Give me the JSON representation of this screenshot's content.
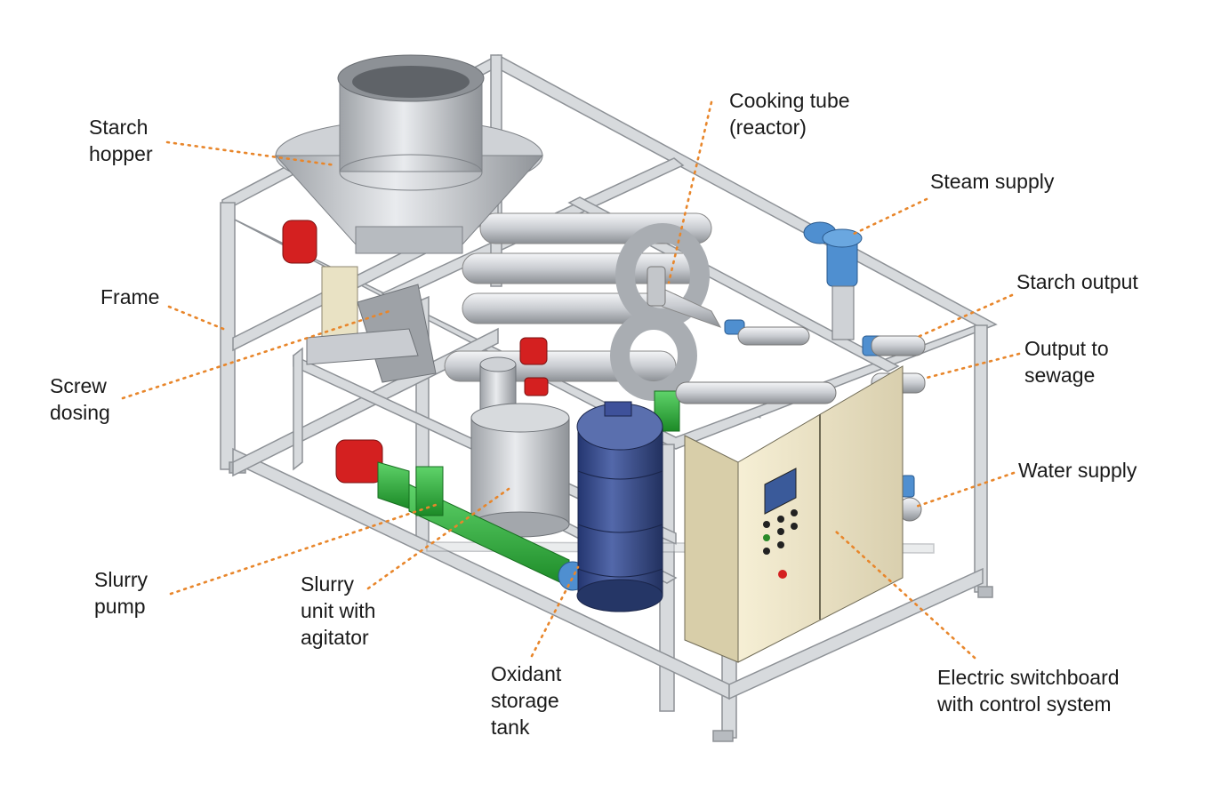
{
  "colors": {
    "leader": "#e8862b",
    "frame": "#cfd3d8",
    "steel": "#b9bcc0",
    "tank_blue": "#3b4f8f",
    "pump_green": "#2fae3a",
    "motor_red": "#d42020",
    "cabinet": "#efe6c6",
    "valve_blue": "#4f8fd0"
  },
  "labels": [
    {
      "id": "starch-hopper",
      "text": "Starch\nhopper"
    },
    {
      "id": "cooking-tube",
      "text": "Cooking tube\n(reactor)"
    },
    {
      "id": "steam-supply",
      "text": "Steam supply"
    },
    {
      "id": "starch-output",
      "text": "Starch output"
    },
    {
      "id": "output-to-sewage",
      "text": "Output to\nsewage"
    },
    {
      "id": "frame",
      "text": "Frame"
    },
    {
      "id": "screw-dosing",
      "text": "Screw\ndosing"
    },
    {
      "id": "water-supply",
      "text": "Water supply"
    },
    {
      "id": "slurry-pump",
      "text": "Slurry\npump"
    },
    {
      "id": "slurry-unit",
      "text": "Slurry\nunit with\nagitator"
    },
    {
      "id": "oxidant-tank",
      "text": "Oxidant\nstorage\ntank"
    },
    {
      "id": "switchboard",
      "text": "Electric switchboard\nwith control system"
    }
  ]
}
